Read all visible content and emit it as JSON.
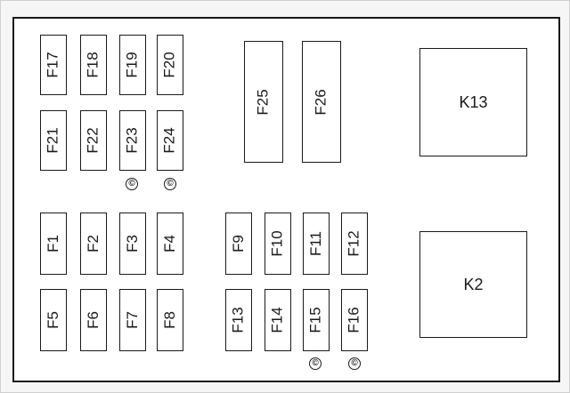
{
  "diagram": {
    "fuses": {
      "F17": "F17",
      "F18": "F18",
      "F19": "F19",
      "F20": "F20",
      "F21": "F21",
      "F22": "F22",
      "F23": "F23",
      "F24": "F24",
      "F1": "F1",
      "F2": "F2",
      "F3": "F3",
      "F4": "F4",
      "F5": "F5",
      "F6": "F6",
      "F7": "F7",
      "F8": "F8",
      "F9": "F9",
      "F10": "F10",
      "F11": "F11",
      "F12": "F12",
      "F13": "F13",
      "F14": "F14",
      "F15": "F15",
      "F16": "F16",
      "F25": "F25",
      "F26": "F26"
    },
    "relays": {
      "K13": "K13",
      "K2": "K2"
    },
    "mark_symbol": "©"
  }
}
